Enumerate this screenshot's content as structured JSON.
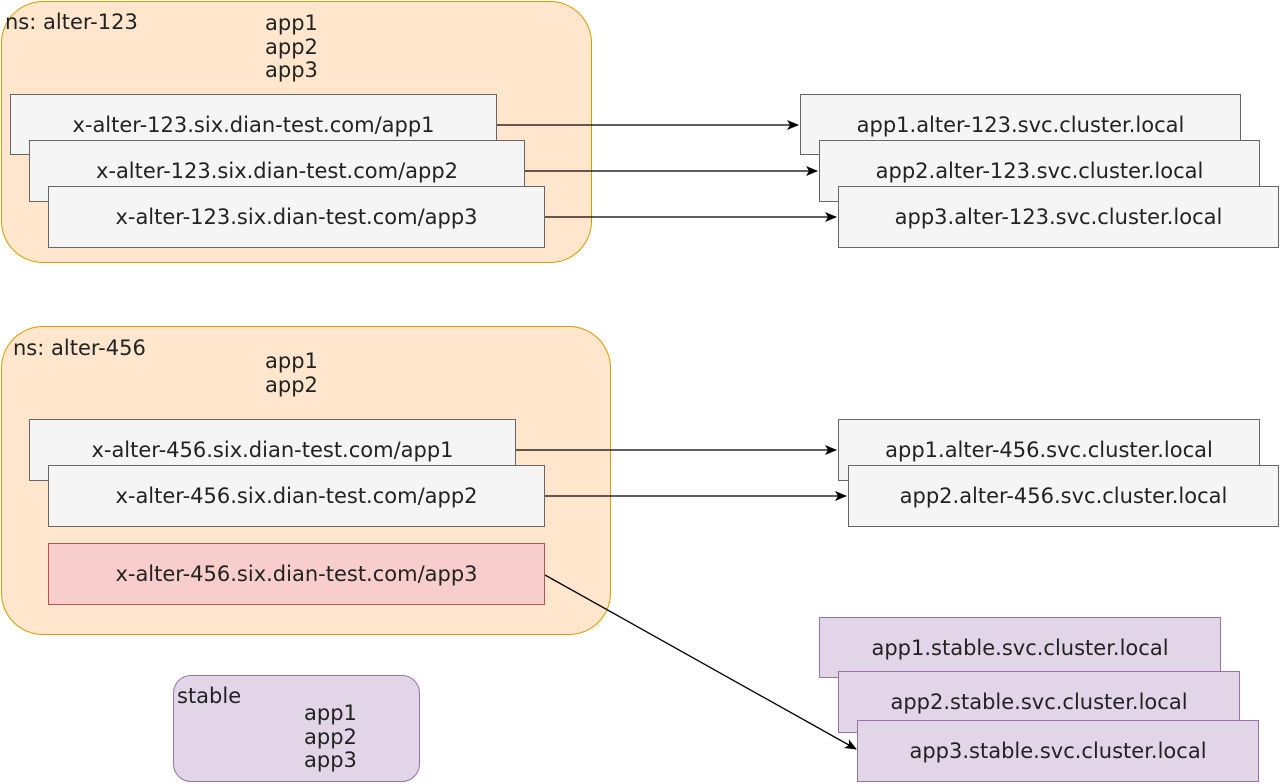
{
  "namespaces": [
    {
      "title": "ns: alter-123",
      "apps": [
        "app1",
        "app2",
        "app3"
      ],
      "ingresses": [
        "x-alter-123.six.dian-test.com/app1",
        "x-alter-123.six.dian-test.com/app2",
        "x-alter-123.six.dian-test.com/app3"
      ],
      "services": [
        "app1.alter-123.svc.cluster.local",
        "app2.alter-123.svc.cluster.local",
        "app3.alter-123.svc.cluster.local"
      ]
    },
    {
      "title": "ns: alter-456",
      "apps": [
        "app1",
        "app2"
      ],
      "ingresses": [
        "x-alter-456.six.dian-test.com/app1",
        "x-alter-456.six.dian-test.com/app2",
        "x-alter-456.six.dian-test.com/app3"
      ],
      "services": [
        "app1.alter-456.svc.cluster.local",
        "app2.alter-456.svc.cluster.local"
      ]
    }
  ],
  "stable": {
    "title": "stable",
    "apps": [
      "app1",
      "app2",
      "app3"
    ],
    "services": [
      "app1.stable.svc.cluster.local",
      "app2.stable.svc.cluster.local",
      "app3.stable.svc.cluster.local"
    ]
  },
  "colors": {
    "namespace_fill": "#ffe6cc",
    "namespace_stroke": "#d79b00",
    "box_fill": "#f5f5f5",
    "box_stroke": "#666666",
    "missing_fill": "#f8cecc",
    "missing_stroke": "#b85450",
    "stable_fill": "#e1d5e7",
    "stable_stroke": "#9673a6",
    "edge": "#000000"
  }
}
